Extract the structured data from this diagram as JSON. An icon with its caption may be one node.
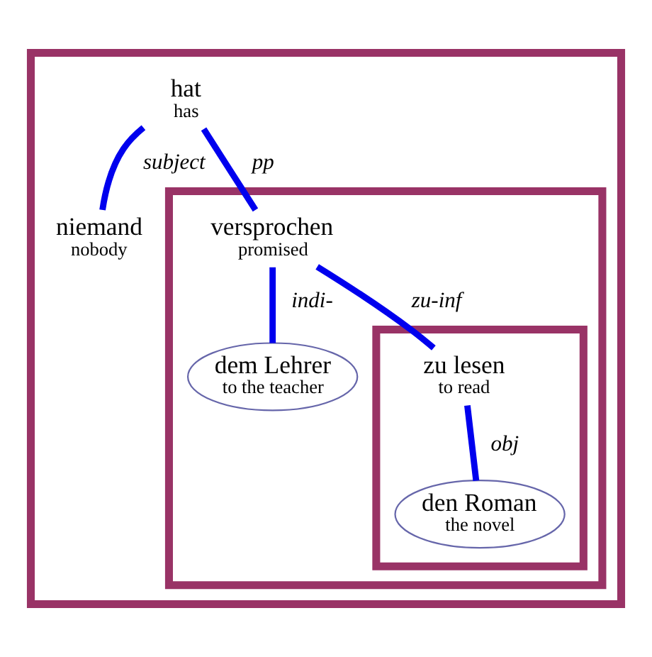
{
  "diagram": {
    "nodes": [
      {
        "text": [],
        "shape": "box"
      },
      {
        "text": [
          "hat",
          "has"
        ],
        "in": 0
      },
      {
        "text": [
          "niemand",
          "nobody"
        ],
        "in": 0
      },
      {
        "text": [],
        "shape": "box",
        "in": 0
      },
      {
        "text": [
          "versprochen",
          "promised"
        ],
        "in": 3
      },
      {
        "text": [
          "dem Lehrer",
          "to the teacher"
        ],
        "in": 3
      },
      {
        "text": [],
        "shape": "box",
        "in": 3
      },
      {
        "text": [
          "zu lesen",
          "to read"
        ],
        "in": 6
      },
      {
        "text": [
          "den Roman",
          "the novel"
        ],
        "in": 6
      }
    ],
    "edges": [
      {
        "from": 1,
        "to": 2,
        "arrow": "none",
        "label": "subject"
      },
      {
        "from": 1,
        "to": 4,
        "arrow": "none",
        "label": "pp"
      },
      {
        "from": 4,
        "to": 5,
        "arrow": "none",
        "label": "indi-"
      },
      {
        "from": 4,
        "to": 7,
        "arrow": "none",
        "label": "zu-inf"
      },
      {
        "from": 7,
        "to": 8,
        "arrow": "none",
        "label": "obj"
      }
    ]
  }
}
